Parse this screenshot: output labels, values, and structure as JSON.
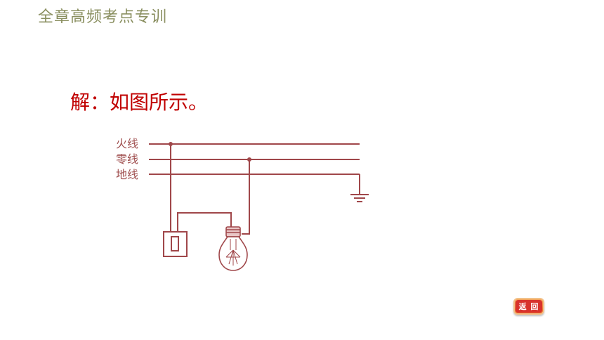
{
  "header": {
    "title": "全章高频考点专训"
  },
  "answer": {
    "text": "解：如图所示。"
  },
  "diagram": {
    "wire_labels": {
      "live": "火线",
      "neutral": "零线",
      "ground": "地线"
    },
    "wire_color": "#a0474a"
  },
  "nav": {
    "return_label": "返 回"
  }
}
